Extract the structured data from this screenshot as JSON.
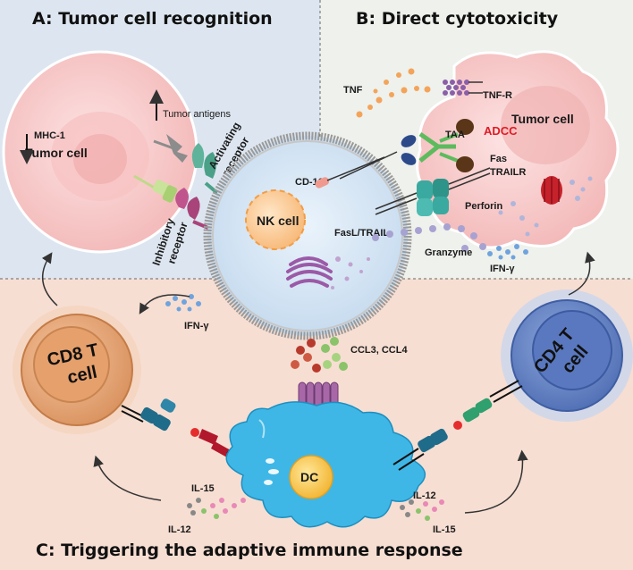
{
  "panels": {
    "a_title": "A: Tumor cell recognition",
    "b_title": "B: Direct cytotoxicity",
    "c_title": "C: Triggering the adaptive immune response"
  },
  "labels": {
    "tumor_cell_left": "Tumor cell",
    "tumor_antigens": "Tumor antigens",
    "mhc1": "MHC-1",
    "activating_receptor_l1": "Activating",
    "activating_receptor_l2": "receptor",
    "inhibitory_receptor_l1": "Inhibitory",
    "inhibitory_receptor_l2": "receptor",
    "nk_cell": "NK cell",
    "cd16": "CD-16",
    "fasl_trail": "FasL/TRAIL",
    "tnf": "TNF",
    "tnf_r": "TNF-R",
    "taa": "TAA",
    "adcc": "ADCC",
    "tumor_cell_right": "Tumor cell",
    "fas": "Fas",
    "trailr": "TRAILR",
    "perforin": "Perforin",
    "granzyme": "Granzyme",
    "ifn_gamma_right": "IFN-γ",
    "ifn_gamma_left": "IFN-γ",
    "cd8_l1": "CD8 T",
    "cd8_l2": "cell",
    "cd4_l1": "CD4 T",
    "cd4_l2": "cell",
    "ccl": "CCL3, CCL4",
    "dc": "DC",
    "il15_left": "IL-15",
    "il12_left": "IL-12",
    "il12_right": "IL-12",
    "il15_right": "IL-15"
  },
  "colors": {
    "panel_a_bg": "#dde6f0",
    "panel_b_bg": "#eef1ec",
    "panel_c_bg": "#f7ded2",
    "tumor_cell": "#f6c9c9",
    "nk_cell": "#cfe1f2",
    "cd8_cell": "#e5a77a",
    "cd4_cell": "#6f8cc8",
    "dc_cell": "#3fb7e6",
    "adcc_text": "#e01b24"
  }
}
